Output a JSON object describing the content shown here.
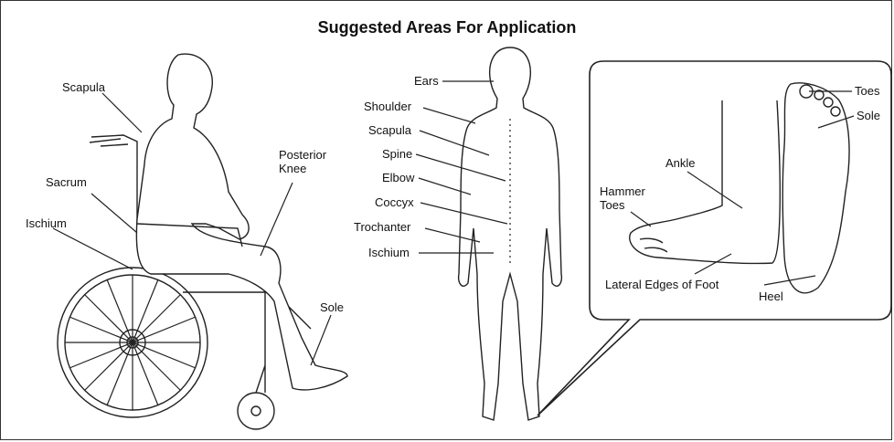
{
  "title": "Suggested Areas For Application",
  "wheelchair_labels": {
    "scapula": "Scapula",
    "sacrum": "Sacrum",
    "ischium": "Ischium",
    "posterior_knee": "Posterior\nKnee",
    "sole": "Sole"
  },
  "body_labels": {
    "ears": "Ears",
    "shoulder": "Shoulder",
    "scapula": "Scapula",
    "spine": "Spine",
    "elbow": "Elbow",
    "coccyx": "Coccyx",
    "trochanter": "Trochanter",
    "ischium": "Ischium"
  },
  "foot_labels": {
    "toes": "Toes",
    "sole": "Sole",
    "ankle": "Ankle",
    "hammer_toes": "Hammer\nToes",
    "lateral_edges": "Lateral Edges of Foot",
    "heel": "Heel"
  }
}
